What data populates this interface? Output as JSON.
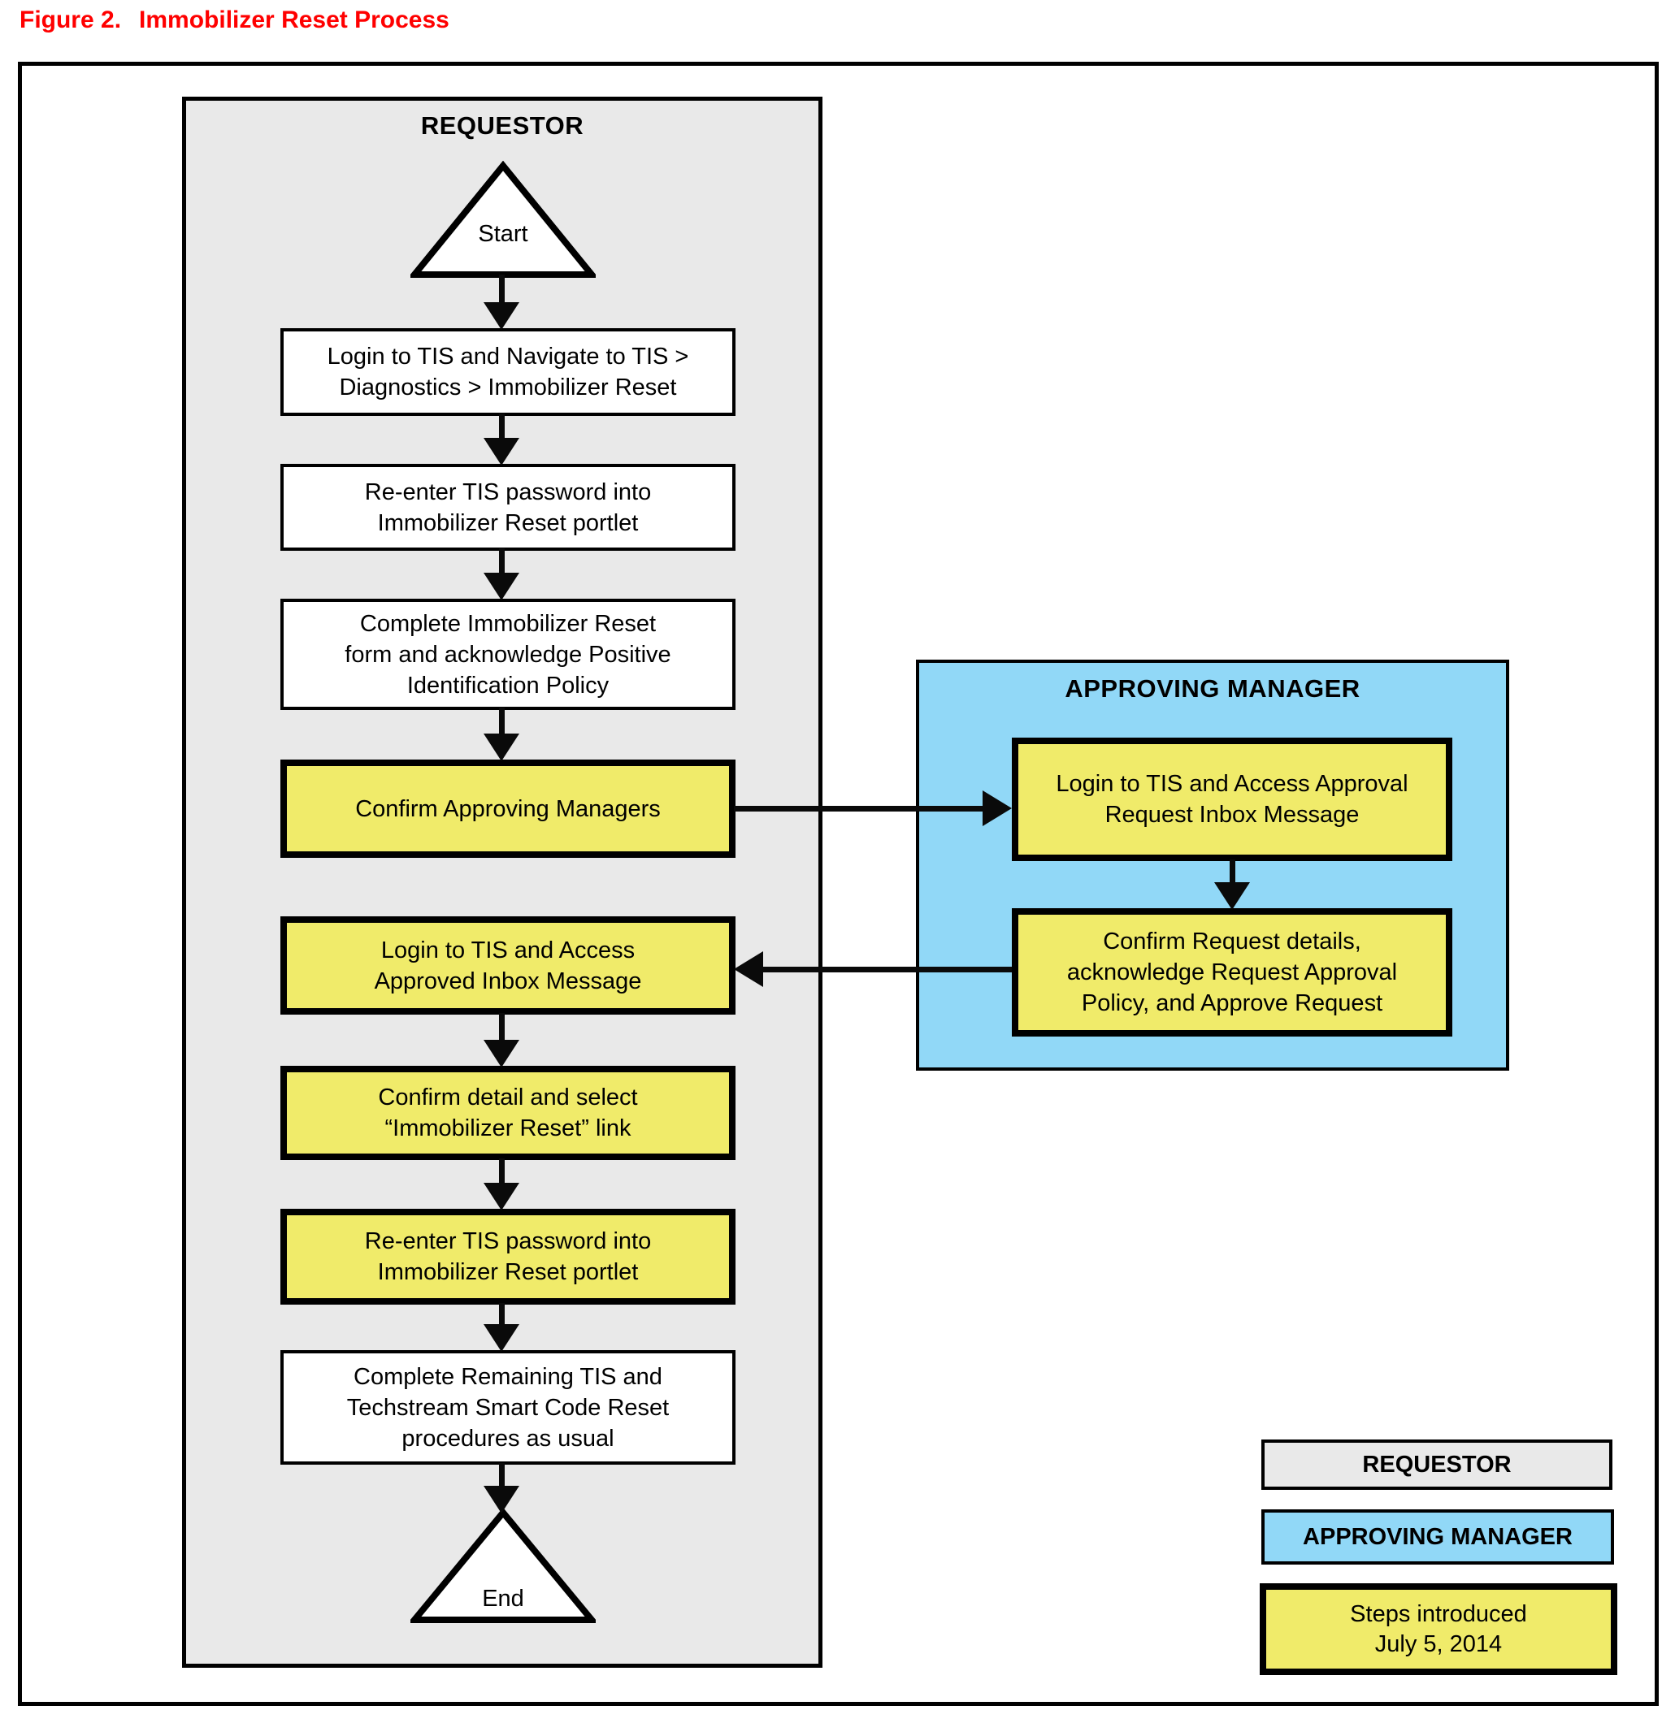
{
  "title": {
    "figure_label": "Figure 2.",
    "text": "Immobilizer Reset Process"
  },
  "requestor": {
    "header": "REQUESTOR",
    "start_label": "Start",
    "end_label": "End",
    "boxes": [
      {
        "text": "Login to TIS and Navigate to TIS >\nDiagnostics > Immobilizer Reset",
        "highlighted": false
      },
      {
        "text": "Re-enter TIS password into\nImmobilizer Reset portlet",
        "highlighted": false
      },
      {
        "text": "Complete Immobilizer Reset\nform and acknowledge Positive\nIdentification Policy",
        "highlighted": false
      },
      {
        "text": "Confirm Approving Managers",
        "highlighted": true
      },
      {
        "text": "Login to TIS and Access\nApproved Inbox Message",
        "highlighted": true
      },
      {
        "text": "Confirm detail and select\n“Immobilizer Reset” link",
        "highlighted": true
      },
      {
        "text": "Re-enter TIS password into\nImmobilizer Reset portlet",
        "highlighted": true
      },
      {
        "text": "Complete Remaining TIS and\nTechstream Smart Code Reset\nprocedures as usual",
        "highlighted": false
      }
    ]
  },
  "approving_manager": {
    "header": "APPROVING MANAGER",
    "boxes": [
      {
        "text": "Login to TIS and Access Approval\nRequest Inbox Message",
        "highlighted": true
      },
      {
        "text": "Confirm Request details,\nacknowledge Request Approval\nPolicy, and Approve Request",
        "highlighted": true
      }
    ]
  },
  "legend": {
    "requestor_label": "REQUESTOR",
    "approving_manager_label": "APPROVING MANAGER",
    "new_steps_label": "Steps introduced\nJuly 5, 2014"
  },
  "colors": {
    "title_red": "#ff0000",
    "requestor_gray": "#e9e9e9",
    "manager_blue": "#91d8f7",
    "highlight_yellow": "#f0eb6a",
    "line_black": "#000000"
  }
}
